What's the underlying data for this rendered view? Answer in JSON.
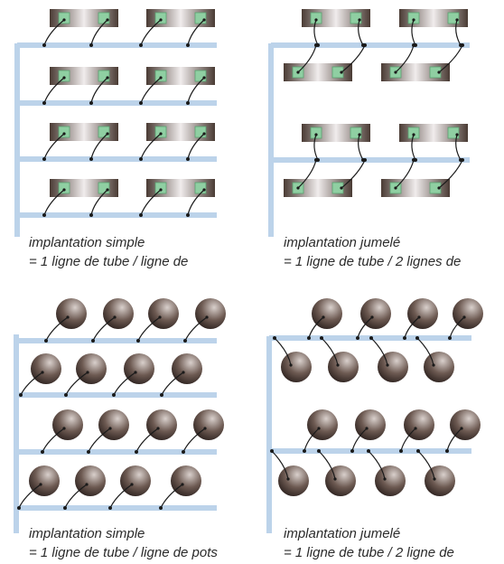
{
  "panels": [
    {
      "id": "tl",
      "caption_line1": "implantation simple",
      "caption_line2": "= 1 ligne de tube / ligne de"
    },
    {
      "id": "tr",
      "caption_line1": "implantation jumelé",
      "caption_line2": "= 1 ligne de tube / 2 lignes de"
    },
    {
      "id": "bl",
      "caption_line1": "implantation simple",
      "caption_line2": "= 1 ligne de tube / ligne de pots"
    },
    {
      "id": "br",
      "caption_line1": "implantation jumelé",
      "caption_line2": "= 1 ligne de tube / 2 ligne de"
    }
  ],
  "colors": {
    "tube": "#bcd3ea",
    "slab_dark": "#4a3b34",
    "slab_light": "#f0ecec",
    "slab_square": "#8fcfa2",
    "pot_dark": "#2e2320",
    "pot_light": "#d9d0cc",
    "dripper": "#1a1a1a"
  }
}
